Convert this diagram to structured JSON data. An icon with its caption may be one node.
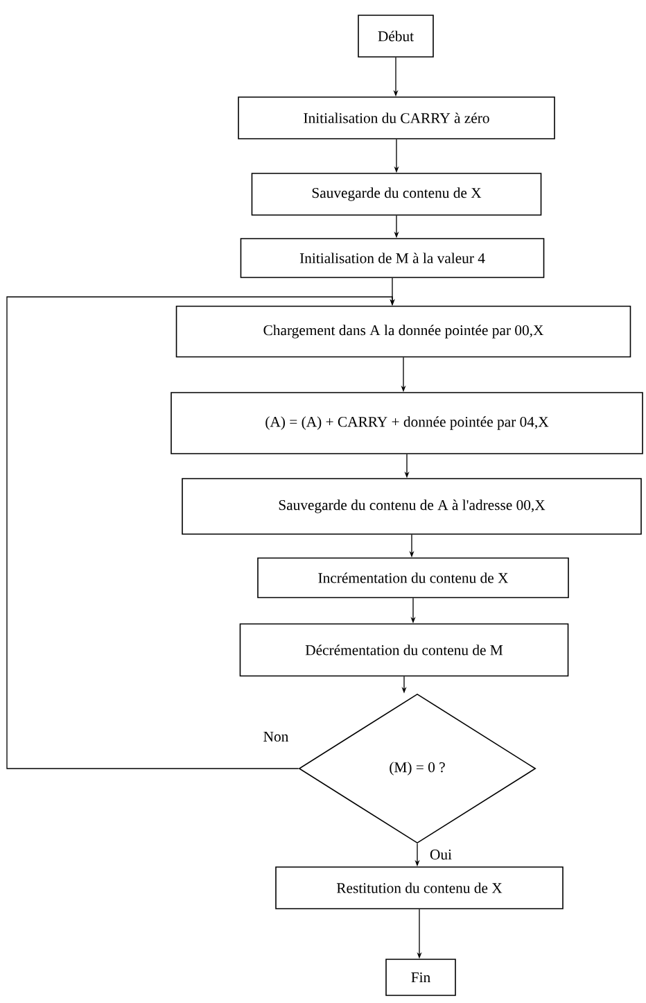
{
  "diagram": {
    "nodes": [
      {
        "text": [
          "Début"
        ]
      },
      {
        "text": [
          "Initialisation du CARRY à zéro"
        ]
      },
      {
        "text": [
          "Sauvegarde du contenu de X"
        ]
      },
      {
        "text": [
          "Initialisation de M à la valeur 4"
        ]
      },
      {
        "text": [
          "Chargement dans A la donnée pointée par 00,X"
        ]
      },
      {
        "text": [
          "(A) = (A) + CARRY + donnée pointée par 04,X"
        ]
      },
      {
        "text": [
          "Sauvegarde du contenu de A à l'adresse 00,X"
        ]
      },
      {
        "text": [
          "Incrémentation du contenu de X"
        ]
      },
      {
        "text": [
          "Décrémentation du contenu de M"
        ]
      },
      {
        "text": [
          "(M) = 0 ?"
        ]
      },
      {
        "text": [
          "Restitution du contenu de X"
        ]
      },
      {
        "text": [
          "Fin"
        ]
      }
    ],
    "edges": [
      {
        "from": 0,
        "to": 1,
        "arrow": "to"
      },
      {
        "from": 1,
        "to": 2,
        "arrow": "to"
      },
      {
        "from": 2,
        "to": 3,
        "arrow": "to"
      },
      {
        "from": 3,
        "to": 4,
        "arrow": "to"
      },
      {
        "from": 4,
        "to": 5,
        "arrow": "to"
      },
      {
        "from": 5,
        "to": 6,
        "arrow": "to"
      },
      {
        "from": 6,
        "to": 7,
        "arrow": "to"
      },
      {
        "from": 7,
        "to": 8,
        "arrow": "to"
      },
      {
        "from": 8,
        "to": 9,
        "arrow": "to"
      },
      {
        "from": 9,
        "to": 4,
        "arrow": "to",
        "label": "Non"
      },
      {
        "from": 9,
        "to": 10,
        "arrow": "to",
        "label": "Oui"
      },
      {
        "from": 10,
        "to": 11,
        "arrow": "to"
      }
    ]
  }
}
